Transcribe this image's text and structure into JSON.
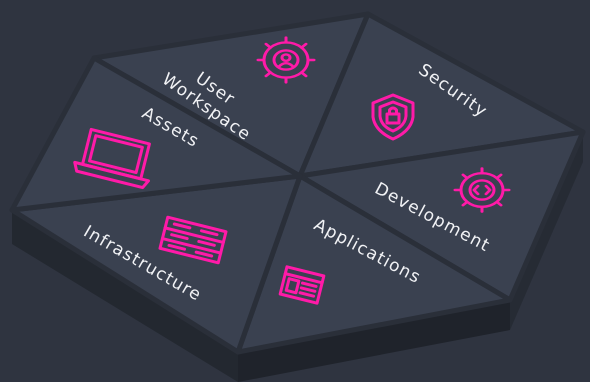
{
  "colors": {
    "background": "#2f3440",
    "tile_top": "#3a4150",
    "tile_side": "#252a33",
    "tile_side_dark": "#1f232b",
    "seam": "#2a2f39",
    "accent": "#ff1aa8",
    "label": "#f1f2f5"
  },
  "segments": [
    {
      "id": "user-workspace",
      "label": "User Workspace",
      "lines": [
        "User",
        "Workspace"
      ],
      "icon": "gear-user-icon"
    },
    {
      "id": "security",
      "label": "Security",
      "lines": [
        "Security"
      ],
      "icon": "shield-lock-icon"
    },
    {
      "id": "development",
      "label": "Development",
      "lines": [
        "Development"
      ],
      "icon": "gear-code-icon"
    },
    {
      "id": "applications",
      "label": "Applications",
      "lines": [
        "Applications"
      ],
      "icon": "app-window-icon"
    },
    {
      "id": "infrastructure",
      "label": "Infrastructure",
      "lines": [
        "Infrastructure"
      ],
      "icon": "server-rack-icon"
    },
    {
      "id": "assets",
      "label": "Assets",
      "lines": [
        "Assets"
      ],
      "icon": "laptop-icon"
    }
  ]
}
